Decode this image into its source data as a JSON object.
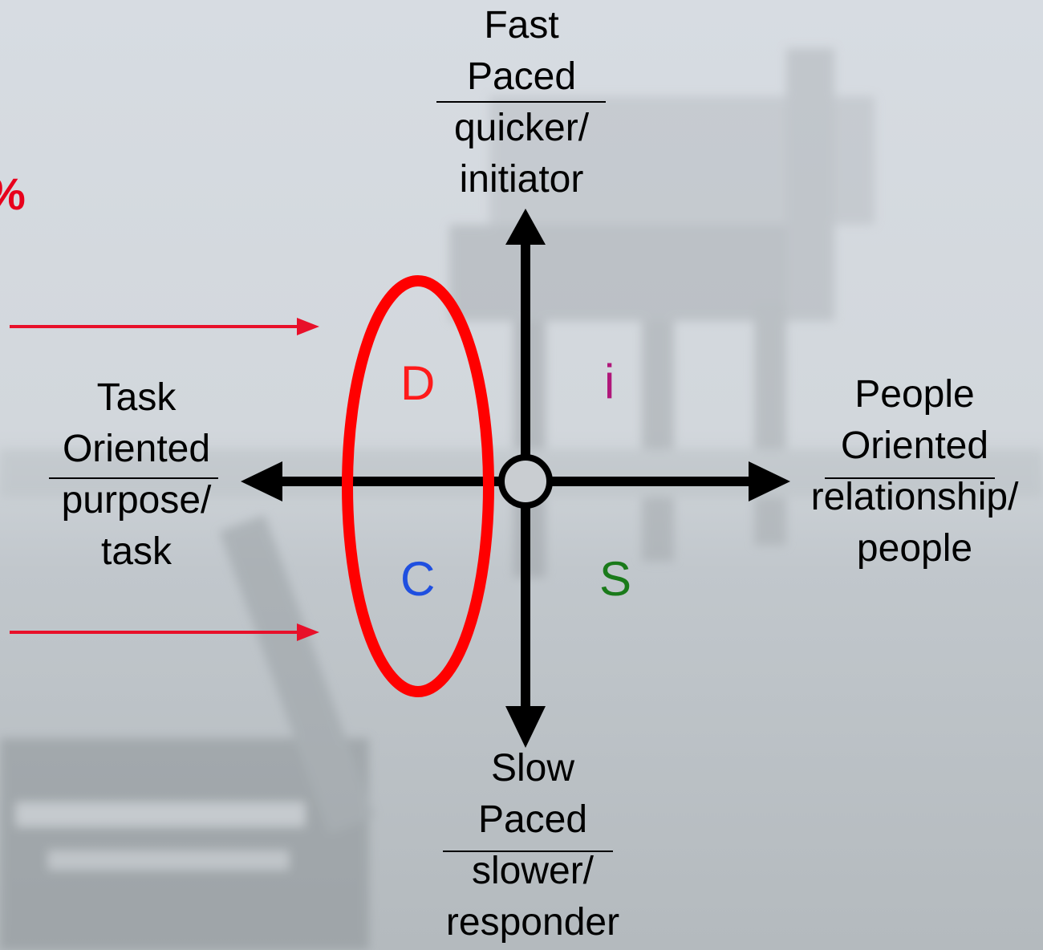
{
  "top_label": {
    "line1": "Fast",
    "line2": "Paced",
    "line3": "quicker/",
    "line4": "initiator"
  },
  "bottom_label": {
    "line1": "Slow",
    "line2": "Paced",
    "line3": "slower/",
    "line4": "responder"
  },
  "left_label": {
    "line1": "Task",
    "line2": "Oriented",
    "line3": "purpose/",
    "line4": "task"
  },
  "right_label": {
    "line1": "People",
    "line2": "Oriented",
    "line3": "relationship/",
    "line4": "people"
  },
  "quadrants": {
    "d": {
      "letter": "D",
      "color": "#ff1a1a"
    },
    "i": {
      "letter": "i",
      "color": "#b0177a"
    },
    "c": {
      "letter": "C",
      "color": "#1f4fe0"
    },
    "s": {
      "letter": "S",
      "color": "#1a7a1a"
    }
  },
  "partial_text": "%",
  "colors": {
    "highlight": "#ff0000",
    "pointer_arrows": "#e8102a",
    "axes": "#000000"
  }
}
